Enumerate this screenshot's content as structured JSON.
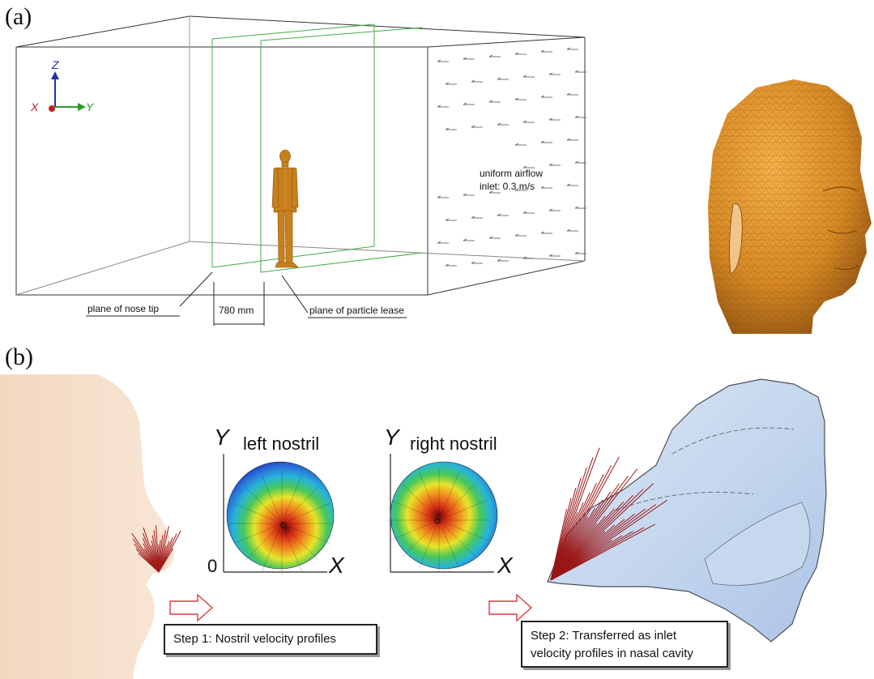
{
  "panel_a": {
    "label": "(a)",
    "axes": {
      "z": "Z",
      "x": "X",
      "y": "Y"
    },
    "airflow_line1": "uniform airflow",
    "airflow_line2": "inlet: 0.3 m/s",
    "nose_plane": "plane of nose tip",
    "distance": "780 mm",
    "release_plane": "plane of particle lease"
  },
  "panel_b": {
    "label": "(b)",
    "left_nostril": {
      "y_axis": "Y",
      "x_axis": "X",
      "origin": "0",
      "title": "left nostril"
    },
    "right_nostril": {
      "y_axis": "Y",
      "x_axis": "X",
      "title": "right nostril"
    },
    "step1": "Step 1: Nostril velocity profiles",
    "step2_line1": "Step 2:  Transferred as inlet",
    "step2_line2": "velocity profiles in nasal cavity"
  },
  "colors": {
    "box_line": "#333333",
    "plane_line": "#33aa33",
    "manikin": "#c8801c",
    "head_mesh": "#e0952a",
    "skin": "#f5dcc6",
    "cavity": "#b9cfea",
    "vectors": "#a11a1a",
    "arrow": "#e23a3a"
  }
}
